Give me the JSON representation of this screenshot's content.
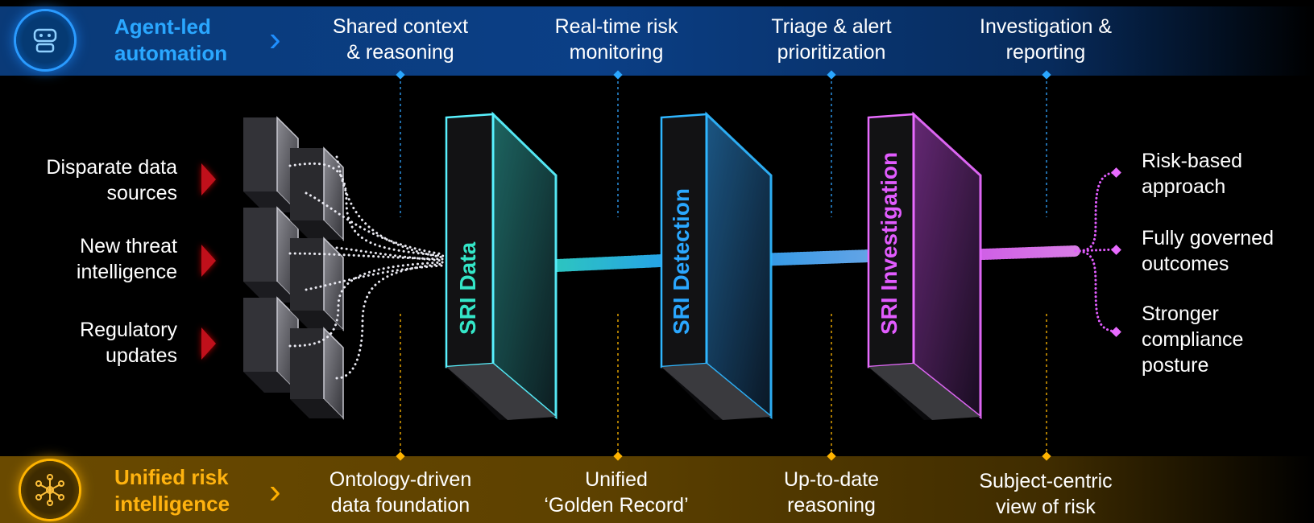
{
  "top_band": {
    "title_line1": "Agent-led",
    "title_line2": "automation",
    "icon": "robot-icon",
    "accent": "#2aa7ff",
    "steps": [
      {
        "line1": "Shared context",
        "line2": "& reasoning"
      },
      {
        "line1": "Real-time risk",
        "line2": "monitoring"
      },
      {
        "line1": "Triage & alert",
        "line2": "prioritization"
      },
      {
        "line1": "Investigation &",
        "line2": "reporting"
      }
    ]
  },
  "bottom_band": {
    "title_line1": "Unified risk",
    "title_line2": "intelligence",
    "icon": "network-hub-icon",
    "accent": "#ffb30f",
    "steps": [
      {
        "line1": "Ontology-driven",
        "line2": "data foundation"
      },
      {
        "line1": "Unified",
        "line2": "‘Golden Record’"
      },
      {
        "line1": "Up-to-date",
        "line2": "reasoning"
      },
      {
        "line1": "Subject-centric",
        "line2": "view of risk"
      }
    ]
  },
  "inputs": [
    {
      "line1": "Disparate data",
      "line2": "sources"
    },
    {
      "line1": "New threat",
      "line2": "intelligence"
    },
    {
      "line1": "Regulatory",
      "line2": "updates"
    }
  ],
  "panels": [
    {
      "label": "SRI Data",
      "color": "#34e6c8",
      "edge": "#59f2ff"
    },
    {
      "label": "SRI Detection",
      "color": "#2aa7ff",
      "edge": "#2fb6ff"
    },
    {
      "label": "SRI Investigation",
      "color": "#e25cff",
      "edge": "#e86bff"
    }
  ],
  "outcomes": [
    {
      "lines": [
        "Risk-based",
        "approach"
      ]
    },
    {
      "lines": [
        "Fully governed",
        "outcomes"
      ]
    },
    {
      "lines": [
        "Stronger",
        "compliance",
        "posture"
      ]
    }
  ]
}
